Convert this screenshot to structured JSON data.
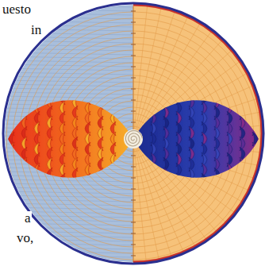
{
  "diagram": {
    "labels": [
      "uesto",
      "in",
      "a",
      "vo,"
    ]
  }
}
